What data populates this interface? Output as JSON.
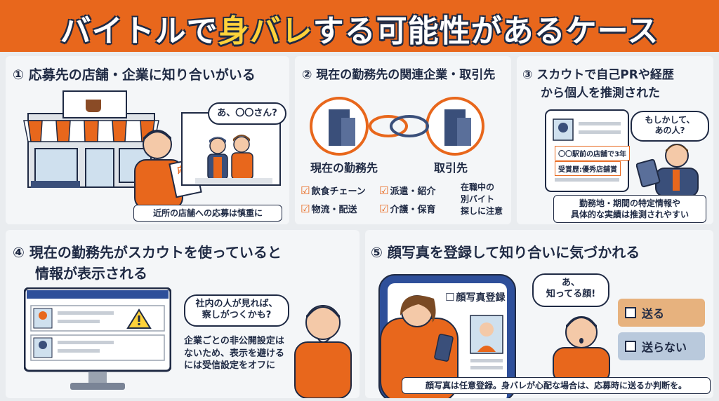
{
  "header": {
    "title_prefix": "バイトルで",
    "title_highlight": "身バレ",
    "title_suffix": "する可能性があるケース"
  },
  "panel1": {
    "title": "① 応募先の店舗・企業に知り合いがいる",
    "bubble": "あ、〇〇さん?",
    "sign": "応募",
    "caption": "近所の店舗への応募は慎重に"
  },
  "panel2": {
    "title": "② 現在の勤務先の関連企業・取引先",
    "company_label": "現在の勤務先",
    "partner_label": "取引先",
    "checks": [
      "飲食チェーン",
      "派遣・紹介",
      "物流・配送",
      "介護・保育"
    ],
    "note": [
      "在職中の",
      "別バイト",
      "探しに注意"
    ]
  },
  "panel3": {
    "title_line1": "③ スカウトで自己PRや経歴",
    "title_line2": "から個人を推測された",
    "bubble": "もしかして、\nあの人?",
    "profile_line1": "〇〇駅前の店舗で3年",
    "profile_line2": "受賞歴:優秀店舗賞",
    "caption": "勤務地・期間の特定情報や\n具体的な実績は推測されやすい"
  },
  "panel4": {
    "title_line1": "④ 現在の勤務先がスカウトを使っていると",
    "title_line2": "情報が表示される",
    "bubble": "社内の人が見れば、\n察しがつくかも?",
    "note": "企業ごとの非公開設定は\nないため、表示を避ける\nには受信設定をオフに"
  },
  "panel5": {
    "title": "⑤ 顔写真を登録して知り合いに気づかれる",
    "checkbox_label": "顔写真登録",
    "bubble": "あ、\n知ってる顔!",
    "send_label": "送る",
    "nosend_label": "送らない",
    "caption": "顔写真は任意登録。身バレが心配な場合は、応募時に送るか判断を。"
  },
  "colors": {
    "accent": "#e8671c",
    "navy": "#1f2a44",
    "highlight": "#ffd23a"
  }
}
